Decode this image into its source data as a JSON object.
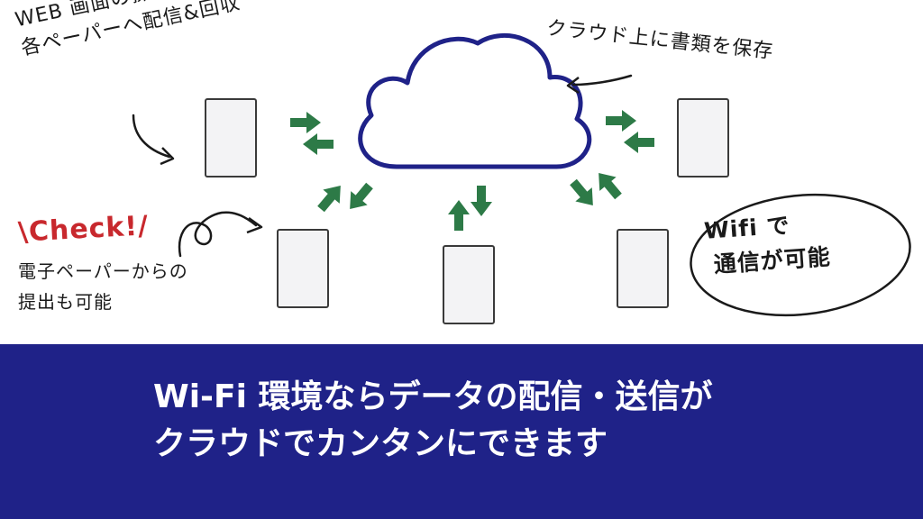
{
  "annotations": {
    "web_control": [
      "WEB 画面の操作で",
      "各ペーパーへ配信&回収"
    ],
    "cloud_storage": "クラウド上に書類を保存",
    "check": "\\Check!/",
    "epaper_submit": [
      "電子ペーパーからの",
      "提出も可能"
    ],
    "wifi_comm": [
      "Wifi で",
      "通信が可能"
    ]
  },
  "banner": {
    "line1": "Wi-Fi 環境ならデータの配信・送信が",
    "line2": "クラウドでカンタンにできます"
  },
  "colors": {
    "cloud_outline": "#1f2288",
    "arrow": "#2d7a47",
    "banner_bg": "#1f2288",
    "check_red": "#c8282d"
  }
}
